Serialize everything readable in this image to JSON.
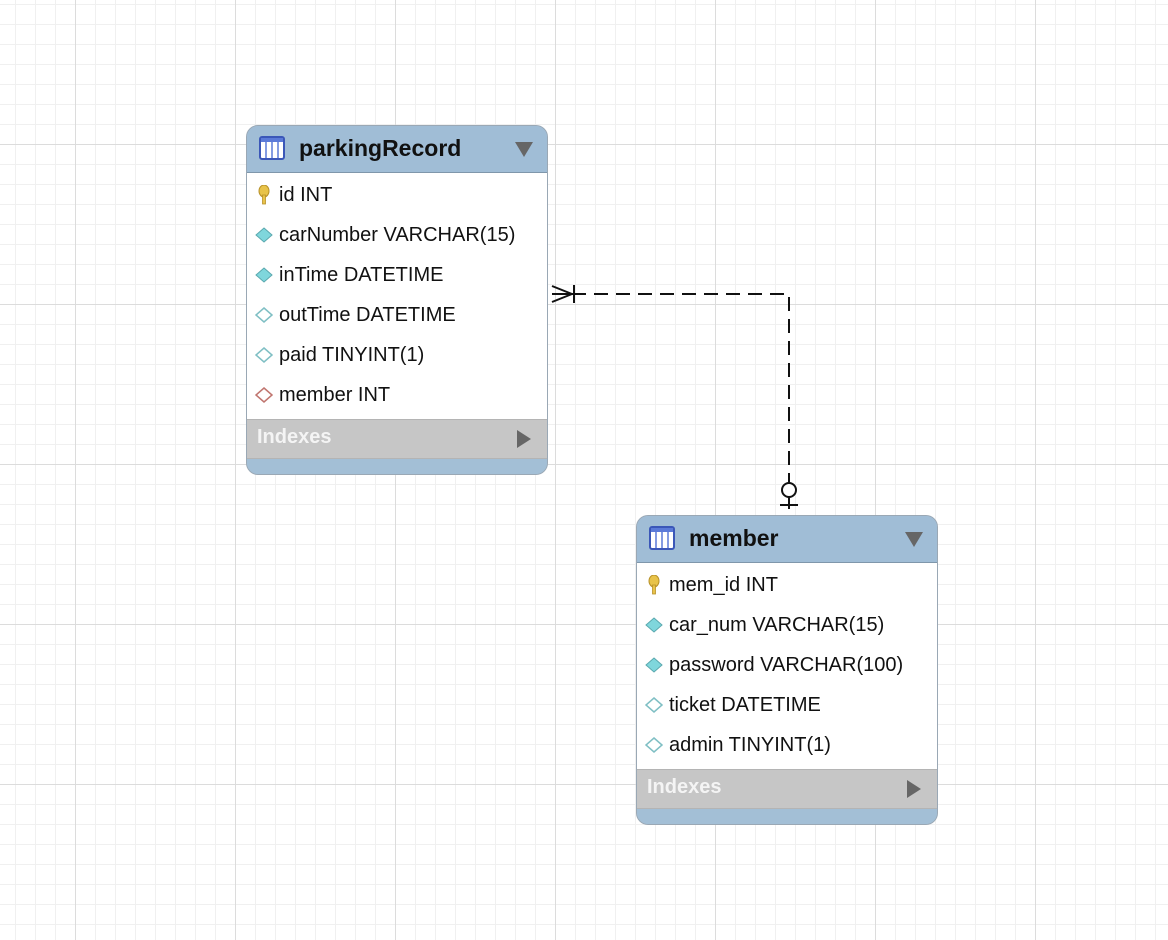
{
  "diagram": {
    "relationship": {
      "from_table": "member",
      "to_table": "parkingRecord",
      "from_cardinality": "zero-or-one",
      "to_cardinality": "one-or-many",
      "line_style": "dashed"
    },
    "colors": {
      "header": "#a0bdd6",
      "indexes_bar": "#c6c6c6",
      "primary_key": "#e8c34a",
      "not_null_column": "#7fd6dc",
      "foreign_key": "#c0756f"
    },
    "tables": [
      {
        "name": "parkingRecord",
        "indexes_label": "Indexes",
        "columns": [
          {
            "text": "id INT",
            "icon": "primary-key-icon"
          },
          {
            "text": "carNumber VARCHAR(15)",
            "icon": "filled-diamond-icon"
          },
          {
            "text": "inTime DATETIME",
            "icon": "filled-diamond-icon"
          },
          {
            "text": "outTime DATETIME",
            "icon": "hollow-diamond-icon"
          },
          {
            "text": "paid TINYINT(1)",
            "icon": "hollow-diamond-icon"
          },
          {
            "text": "member INT",
            "icon": "foreign-key-diamond-icon"
          }
        ]
      },
      {
        "name": "member",
        "indexes_label": "Indexes",
        "columns": [
          {
            "text": "mem_id INT",
            "icon": "primary-key-icon"
          },
          {
            "text": "car_num VARCHAR(15)",
            "icon": "filled-diamond-icon"
          },
          {
            "text": "password VARCHAR(100)",
            "icon": "filled-diamond-icon"
          },
          {
            "text": "ticket DATETIME",
            "icon": "hollow-diamond-icon"
          },
          {
            "text": "admin TINYINT(1)",
            "icon": "hollow-diamond-icon"
          }
        ]
      }
    ]
  }
}
